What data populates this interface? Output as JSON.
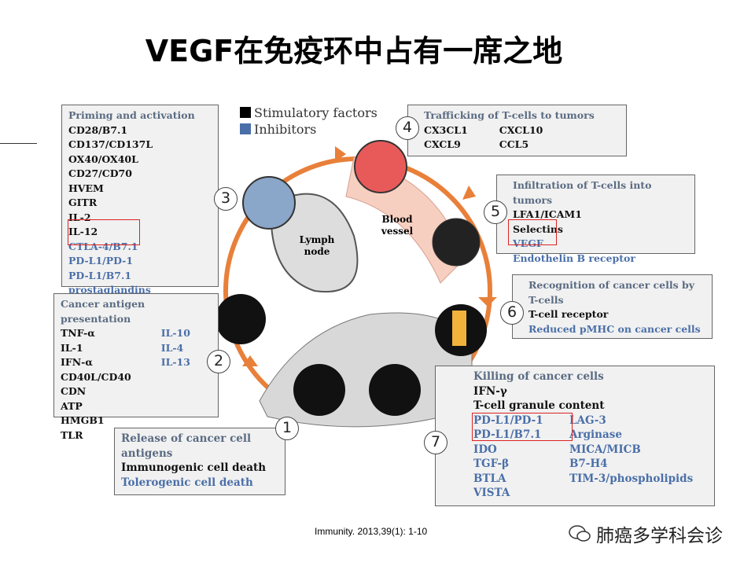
{
  "title": "VEGF在免疫环中占有一席之地",
  "legend": {
    "stimulatory": "Stimulatory factors",
    "inhibitors": "Inhibitors",
    "stimulatory_color": "#000000",
    "inhibitor_color": "#4a6fa8"
  },
  "diagram_labels": {
    "lymph_node": "Lymph node",
    "blood_vessel": "Blood vessel"
  },
  "steps": {
    "s1": {
      "num": "1",
      "title": "Release of cancer cell antigens",
      "stim": [
        "Immunogenic cell death"
      ],
      "inhib": [
        "Tolerogenic cell death"
      ]
    },
    "s2": {
      "num": "2",
      "title": "Cancer antigen presentation",
      "stim": [
        "TNF-α",
        "IL-1",
        "IFN-α",
        "CD40L/CD40",
        "CDN",
        "ATP",
        "HMGB1",
        "TLR"
      ],
      "inhib": [
        "IL-10",
        "IL-4",
        "IL-13"
      ]
    },
    "s3": {
      "num": "3",
      "title": "Priming and activation",
      "stim": [
        "CD28/B7.1",
        "CD137/CD137L",
        "OX40/OX40L",
        "CD27/CD70",
        "HVEM",
        "GITR",
        "IL-2",
        "IL-12"
      ],
      "inhib": [
        "CTLA-4/B7.1",
        "PD-L1/PD-1",
        "PD-L1/B7.1",
        "prostaglandins"
      ]
    },
    "s4": {
      "num": "4",
      "title": "Trafficking of T-cells to tumors",
      "stim": [
        "CX3CL1",
        "CXCL9",
        "CXCL10",
        "CCL5"
      ]
    },
    "s5": {
      "num": "5",
      "title": "Infiltration of T-cells into tumors",
      "stim": [
        "LFA1/ICAM1",
        "Selectins"
      ],
      "inhib": [
        "VEGF",
        "Endothelin B receptor"
      ]
    },
    "s6": {
      "num": "6",
      "title": "Recognition of cancer cells by T-cells",
      "stim": [
        "T-cell receptor"
      ],
      "inhib": [
        "Reduced pMHC on cancer cells"
      ]
    },
    "s7": {
      "num": "7",
      "title": "Killing of cancer cells",
      "stim": [
        "IFN-γ",
        "T-cell granule content"
      ],
      "inhib_left": [
        "PD-L1/PD-1",
        "PD-L1/B7.1",
        "IDO",
        "TGF-β",
        "BTLA",
        "VISTA"
      ],
      "inhib_right": [
        "LAG-3",
        "Arginase",
        "MICA/MICB",
        "B7-H4",
        "TIM-3/phospholipids"
      ]
    }
  },
  "citation": "Immunity. 2013,39(1):  1-10",
  "watermark": "肺癌多学科会诊"
}
